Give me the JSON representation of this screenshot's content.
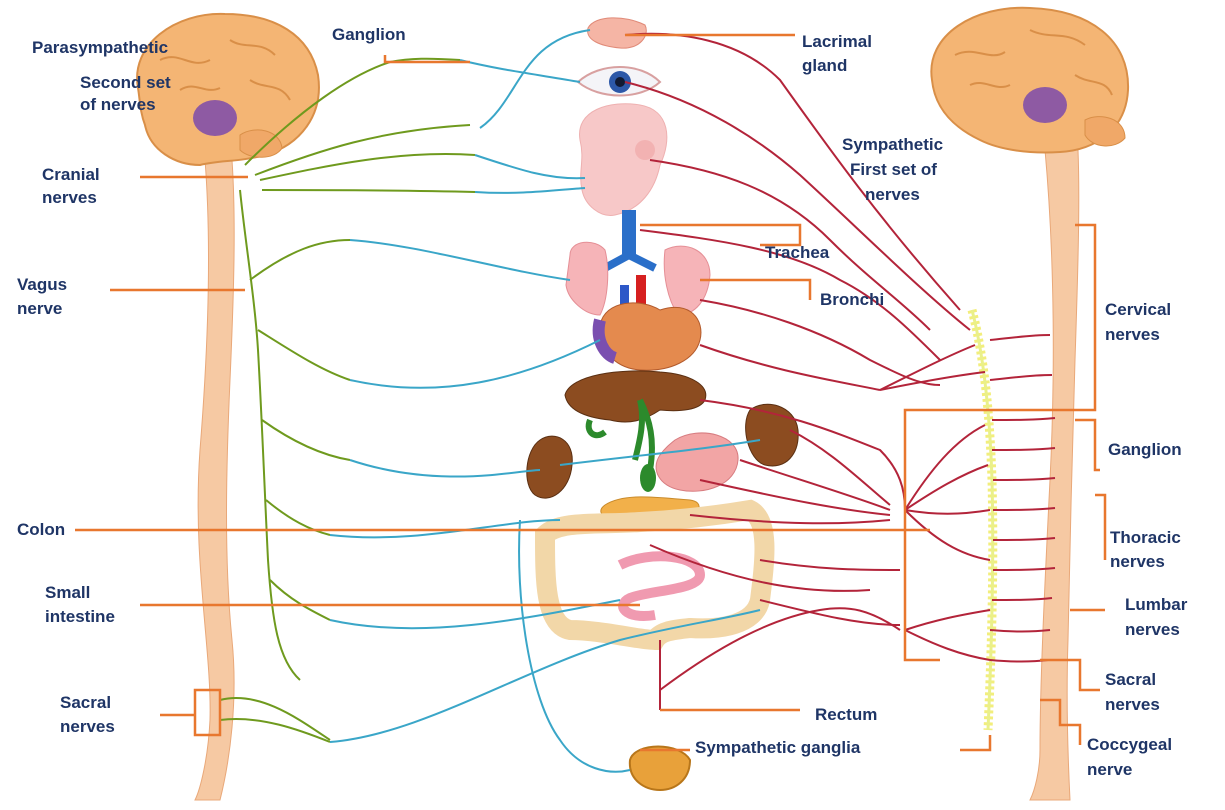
{
  "labels": {
    "parasympathetic": "Parasympathetic",
    "second_set_1": "Second set",
    "second_set_2": "of nerves",
    "cranial_1": "Cranial",
    "cranial_2": "nerves",
    "vagus_1": "Vagus",
    "vagus_2": "nerve",
    "colon": "Colon",
    "small_intestine_1": "Small",
    "small_intestine_2": "intestine",
    "sacral_left_1": "Sacral",
    "sacral_left_2": "nerves",
    "ganglion_top": "Ganglion",
    "lacrimal_1": "Lacrimal",
    "lacrimal_2": "gland",
    "sympathetic_1": "Sympathetic",
    "sympathetic_2": "First set of",
    "sympathetic_3": "nerves",
    "trachea": "Trachea",
    "bronchi": "Bronchi",
    "cervical_1": "Cervical",
    "cervical_2": "nerves",
    "ganglion_right": "Ganglion",
    "thoracic_1": "Thoracic",
    "thoracic_2": "nerves",
    "lumbar_1": "Lumbar",
    "lumbar_2": "nerves",
    "sacral_right_1": "Sacral",
    "sacral_right_2": "nerves",
    "coccygeal_1": "Coccygeal",
    "coccygeal_2": "nerve",
    "rectum": "Rectum",
    "sympathetic_ganglia": "Sympathetic ganglia"
  },
  "colors": {
    "label_text": "#1f3566",
    "leader_line": "#e8772e",
    "parasympathetic_nerve": "#6f9a1e",
    "blue_nerve": "#3aa6c8",
    "sympathetic_nerve": "#b3243a",
    "sympathetic_chain": "#f2ee7c",
    "spinal_cord": "#f6c9a3",
    "brain": "#f4b574",
    "brain_inner": "#8e5aa3"
  },
  "icons": [
    "brain",
    "eye",
    "skull",
    "lacrimal-gland",
    "trachea",
    "lungs",
    "heart",
    "liver",
    "gallbladder",
    "stomach",
    "kidney",
    "pancreas",
    "colon",
    "small-intestine",
    "bladder"
  ]
}
